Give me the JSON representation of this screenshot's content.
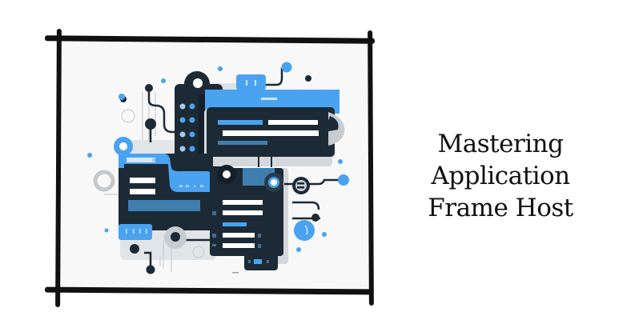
{
  "title": {
    "line1": "Mastering",
    "line2": "Application",
    "line3": "Frame Host"
  },
  "illustration": {
    "subject": "application-windows-network-illustration",
    "colors": {
      "dark_navy": "#1c2a36",
      "accent_blue": "#4aa3f0",
      "mid_blue": "#3f7fb0",
      "light_gray": "#d4d8dc",
      "white": "#ffffff",
      "frame_black": "#111111",
      "canvas_bg": "#f8f8f8"
    }
  }
}
